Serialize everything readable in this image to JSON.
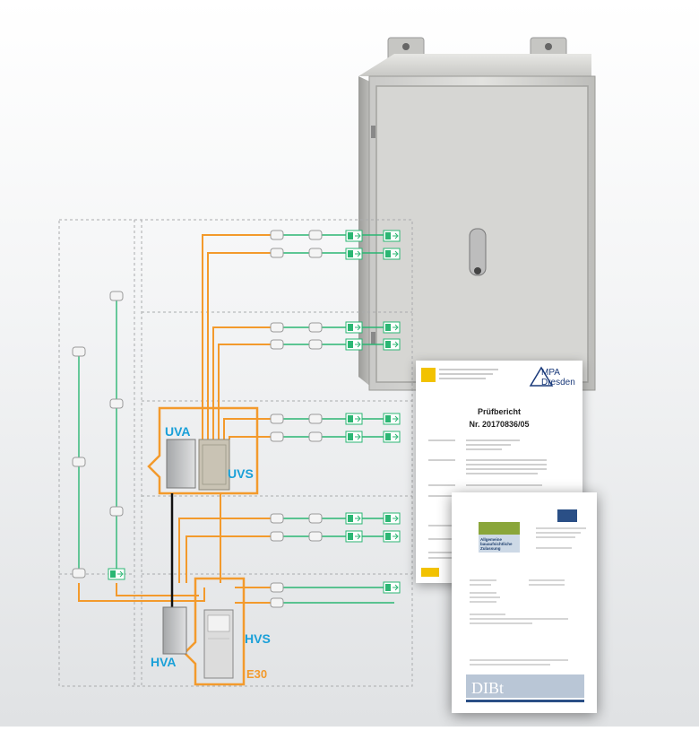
{
  "labels": {
    "uva": "UVA",
    "uvs": "UVS",
    "hva": "HVA",
    "hvs": "HVS",
    "e30": "E30"
  },
  "mpa_doc": {
    "logo_line1": "MPA",
    "logo_line2": "Dresden",
    "title": "Prüfbericht",
    "number": "Nr. 20170836/05"
  },
  "dibt_doc": {
    "logo": "DIBt",
    "heading_line1": "Allgemeine",
    "heading_line2": "bauaufsichtliche",
    "heading_line3": "Zulassung"
  },
  "colors": {
    "orange": "#f39a2c",
    "green": "#2bb673",
    "blue_label": "#1aa0d8",
    "dashed_frame": "#a9abad"
  },
  "icons": [
    "smoke-detector-icon",
    "exit-sign-icon",
    "cabinet-photo"
  ]
}
